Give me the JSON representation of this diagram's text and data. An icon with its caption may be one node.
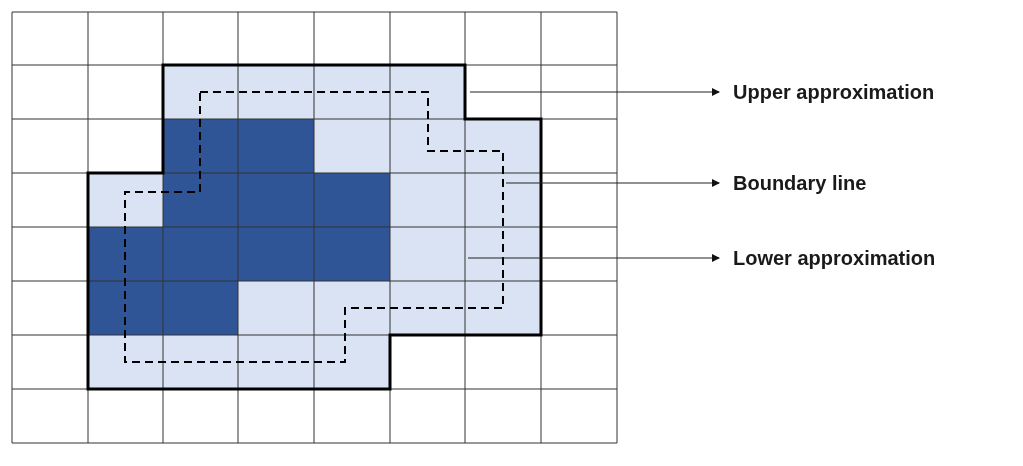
{
  "diagram": {
    "nodes": [
      {
        "text": [
          "Upper approximation"
        ]
      },
      {
        "text": [
          "Boundary line"
        ]
      },
      {
        "text": [
          "Lower approximation"
        ]
      }
    ],
    "edges": [
      {
        "from": null,
        "to": 0,
        "arrow": "to"
      },
      {
        "from": null,
        "to": 1,
        "arrow": "to"
      },
      {
        "from": null,
        "to": 2,
        "arrow": "to"
      }
    ]
  }
}
